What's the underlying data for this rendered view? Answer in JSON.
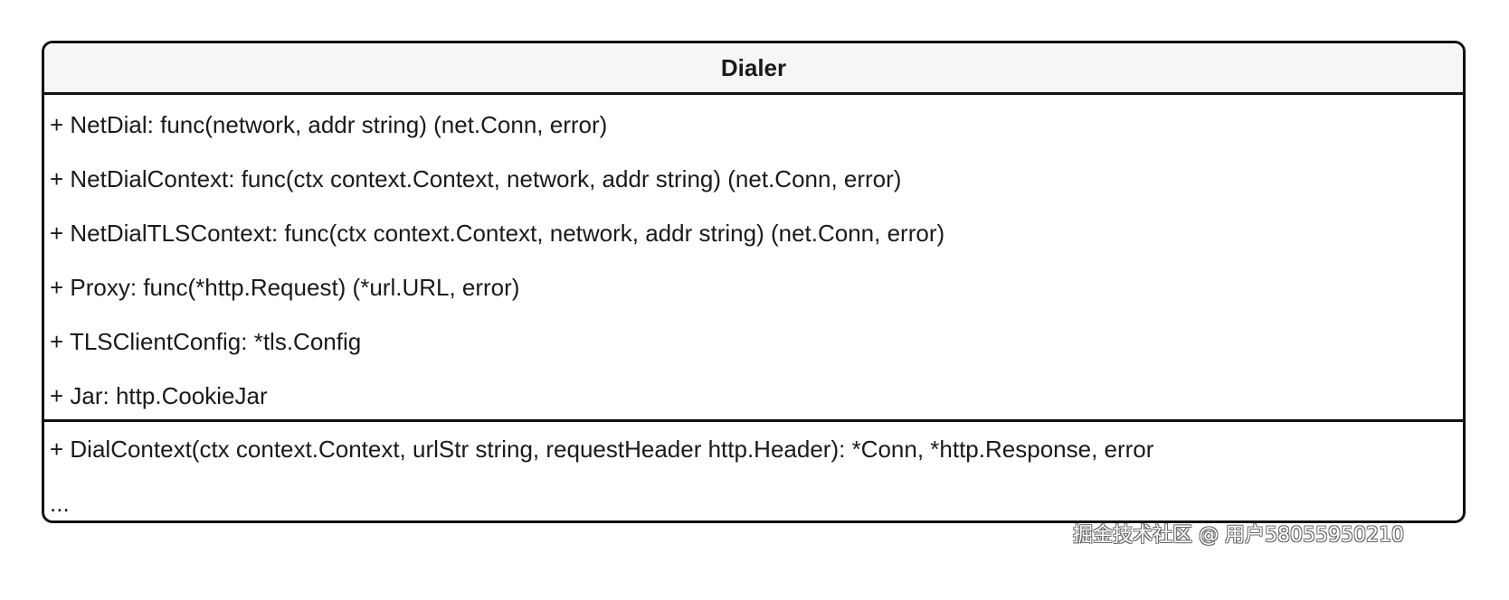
{
  "class_box": {
    "name": "Dialer",
    "attributes": [
      "+ NetDial: func(network, addr string) (net.Conn, error)",
      "+ NetDialContext: func(ctx context.Context, network, addr string) (net.Conn, error)",
      "+ NetDialTLSContext: func(ctx context.Context, network, addr string) (net.Conn, error)",
      "+ Proxy: func(*http.Request) (*url.URL, error)",
      "+ TLSClientConfig: *tls.Config",
      "+ Jar: http.CookieJar"
    ],
    "operations": [
      "+ DialContext(ctx context.Context, urlStr string, requestHeader http.Header): *Conn, *http.Response, error",
      "..."
    ]
  },
  "watermark": {
    "text": "掘金技术社区 @ 用户58055950210"
  },
  "colors": {
    "border": "#111111",
    "header_bg": "#f6f6f6",
    "text": "#1a1a1a"
  }
}
